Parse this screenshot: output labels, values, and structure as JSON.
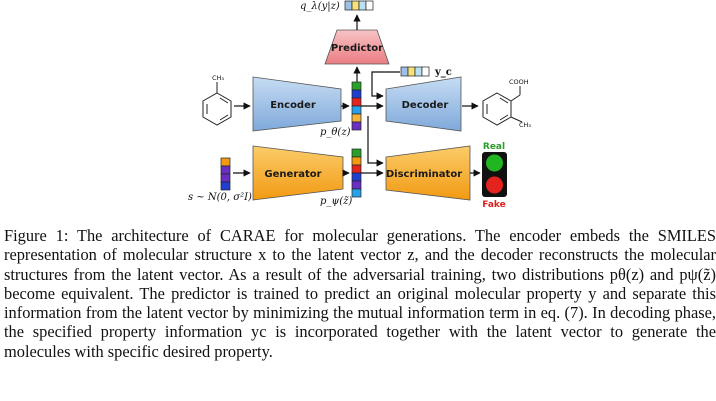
{
  "figure": {
    "predictor_label": "Predictor",
    "encoder_label": "Encoder",
    "decoder_label": "Decoder",
    "generator_label": "Generator",
    "discriminator_label": "Discriminator",
    "q_label": "q_λ(y|z)",
    "p_theta_label": "p_θ(z)",
    "p_psi_label": "p_ψ(z̃)",
    "yc_label": "y_c",
    "noise_label": "s ~ N(0, σ²I)",
    "ch3_label": "CH₃",
    "cooh_label": "COOH",
    "ch3_right_label": "CH₃",
    "real_label": "Real",
    "fake_label": "Fake",
    "colors": {
      "encoder": "#9cc0e8",
      "decoder": "#9cc0e8",
      "predictor": "#f2a0a4",
      "generator": "#f6b23a",
      "discriminator": "#f6b23a",
      "real": "#22b522",
      "fake": "#e4231f"
    }
  },
  "caption": {
    "label": "Figure 1:",
    "text": "The architecture of CARAE for molecular generations. The encoder embeds the SMILES representation of molecular structure x to the latent vector z, and the decoder reconstructs the molecular structures from the latent vector. As a result of the adversarial training, two distributions pθ(z) and pψ(z̃) become equivalent. The predictor is trained to predict an original molecular property y and separate this information from the latent vector by minimizing the mutual information term in eq. (7). In decoding phase, the specified property information yc is incorporated together with the latent vector to generate the molecules with specific desired property."
  }
}
